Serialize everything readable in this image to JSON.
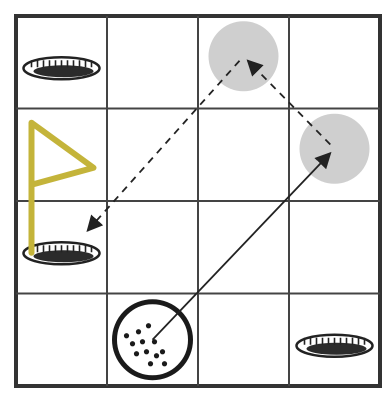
{
  "puzzle": {
    "grid": {
      "rows": 4,
      "cols": 4
    },
    "colors": {
      "background": "#ffffff",
      "border": "#333333",
      "grid_line": "#444444",
      "flag": "#c4b43a",
      "shadow": "#cfcfcf",
      "arrow": "#222222"
    },
    "holes": [
      {
        "name": "hole",
        "row": 0,
        "col": 0
      },
      {
        "name": "hole",
        "row": 2,
        "col": 0
      },
      {
        "name": "hole",
        "row": 3,
        "col": 3
      }
    ],
    "shadows": [
      {
        "name": "bounce-spot",
        "row": 0,
        "col": 2
      },
      {
        "name": "bounce-spot",
        "row": 1,
        "col": 3
      }
    ],
    "flag": {
      "icon": "flag-icon",
      "row": 1,
      "col": 0
    },
    "ball": {
      "icon": "golf-ball-icon",
      "row": 3,
      "col": 1
    },
    "moves": [
      {
        "from": [
          3,
          1
        ],
        "to": [
          1,
          3
        ],
        "style": "solid"
      },
      {
        "from": [
          1,
          3
        ],
        "to": [
          0,
          2
        ],
        "style": "dashed"
      },
      {
        "from": [
          0,
          2
        ],
        "to": [
          2,
          0
        ],
        "style": "dashed"
      }
    ]
  }
}
